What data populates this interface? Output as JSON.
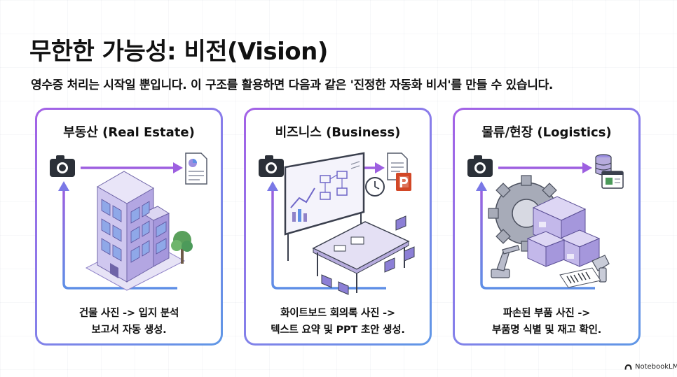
{
  "title": "무한한 가능성: 비전(Vision)",
  "subtitle": "영수증 처리는 시작일 뿐입니다. 이 구조를 활용하면 다음과 같은 '진정한 자동화 비서'를 만들 수 있습니다.",
  "cards": [
    {
      "title": "부동산 (Real Estate)",
      "desc_line1": "건물 사진 -> 입지 분석",
      "desc_line2": "보고서 자동 생성.",
      "icons": [
        "camera-icon",
        "arrow-right-icon",
        "report-document-icon",
        "building-illustration",
        "tree-icon"
      ]
    },
    {
      "title": "비즈니스 (Business)",
      "desc_line1": "화이트보드 회의록 사진 ->",
      "desc_line2": "텍스트 요약 및 PPT 초안 생성.",
      "icons": [
        "camera-icon",
        "arrow-right-icon",
        "document-icon",
        "ppt-icon",
        "whiteboard-illustration",
        "clock-icon"
      ]
    },
    {
      "title": "물류/현장 (Logistics)",
      "desc_line1": "파손된 부품 사진 ->",
      "desc_line2": "부품명 식별 및 재고 확인.",
      "icons": [
        "camera-icon",
        "arrow-right-icon",
        "database-icon",
        "spreadsheet-window-icon",
        "gear-boxes-illustration",
        "barcode-icon"
      ]
    }
  ],
  "brand": "NotebookLM",
  "colors": {
    "card_border_start": "#a461e6",
    "card_border_end": "#5f97e6",
    "arrow_purple": "#9d5fe0",
    "arrow_blue": "#5f8fe6",
    "camera": "#2b3038",
    "building_light": "#dcd6f2",
    "building_mid": "#b8ade6",
    "building_dark": "#8f82c8",
    "ppt_orange": "#d24726",
    "green": "#4c9a5a"
  }
}
